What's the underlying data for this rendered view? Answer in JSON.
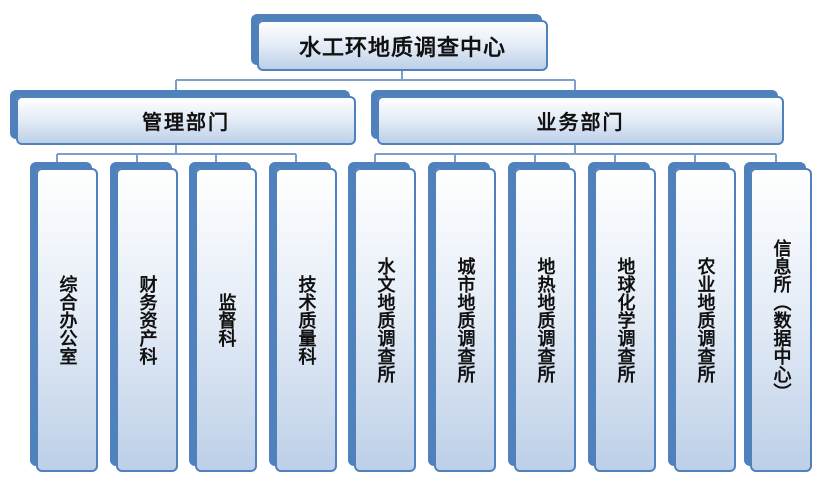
{
  "diagram": {
    "root": {
      "label": "水工环地质调查中心"
    },
    "departments": [
      {
        "label": "管理部门",
        "units": [
          {
            "label": "综合办公室"
          },
          {
            "label": "财务资产科"
          },
          {
            "label": "监督科"
          },
          {
            "label": "技术质量科"
          }
        ]
      },
      {
        "label": "业务部门",
        "units": [
          {
            "label": "水文地质调查所"
          },
          {
            "label": "城市地质调查所"
          },
          {
            "label": "地热地质调查所"
          },
          {
            "label": "地球化学调查所"
          },
          {
            "label": "农业地质调查所"
          },
          {
            "label": "信息所（数据中心）"
          }
        ]
      }
    ]
  },
  "colors": {
    "border": "#4f81bd",
    "connector": "#7f9fc7",
    "fill_top": "#ffffff",
    "fill_bottom": "#bdd0e8"
  }
}
